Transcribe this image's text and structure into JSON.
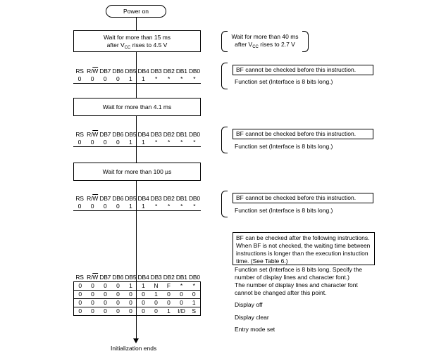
{
  "start": "Power on",
  "end": "Initialization ends",
  "wait1": {
    "line1": "Wait for more than 15 ms",
    "line2_pre": "after V",
    "line2_sub": "CC",
    "line2_post": " rises to 4.5 V"
  },
  "wait1_alt": {
    "line1": "Wait for more than 40 ms",
    "line2_pre": "after V",
    "line2_sub": "CC",
    "line2_post": " rises to 2.7 V"
  },
  "wait2": "Wait for more than 4.1 ms",
  "wait3": "Wait for more than 100 µs",
  "headers": [
    "RS",
    "R/W",
    "DB7",
    "DB6",
    "DB5",
    "DB4",
    "DB3",
    "DB2",
    "DB1",
    "DB0"
  ],
  "fs_row": [
    "0",
    "0",
    "0",
    "0",
    "1",
    "1",
    "*",
    "*",
    "*",
    "*"
  ],
  "final_rows": [
    [
      "0",
      "0",
      "0",
      "0",
      "1",
      "1",
      "N",
      "F",
      "*",
      "*"
    ],
    [
      "0",
      "0",
      "0",
      "0",
      "0",
      "0",
      "1",
      "0",
      "0",
      "0"
    ],
    [
      "0",
      "0",
      "0",
      "0",
      "0",
      "0",
      "0",
      "0",
      "0",
      "1"
    ],
    [
      "0",
      "0",
      "0",
      "0",
      "0",
      "0",
      "0",
      "1",
      "I/D",
      "S"
    ]
  ],
  "bf_cannot": "BF cannot be checked before this instruction.",
  "function_set_8bit": "Function set (Interface is 8 bits long.)",
  "bf_can": [
    "BF can be checked after the following instructions.",
    "When BF is not checked, the waiting time between",
    "instructions is longer than the execution instuction",
    "time. (See Table 6.)"
  ],
  "final_notes": {
    "fs1": "Function set (Interface is 8 bits long. Specify the",
    "fs2": "number of display lines and character font.)",
    "fs3": "The number of display lines and character font",
    "fs4": "cannot be changed after this point.",
    "off": "Display off",
    "clear": "Display clear",
    "entry": "Entry mode set"
  }
}
